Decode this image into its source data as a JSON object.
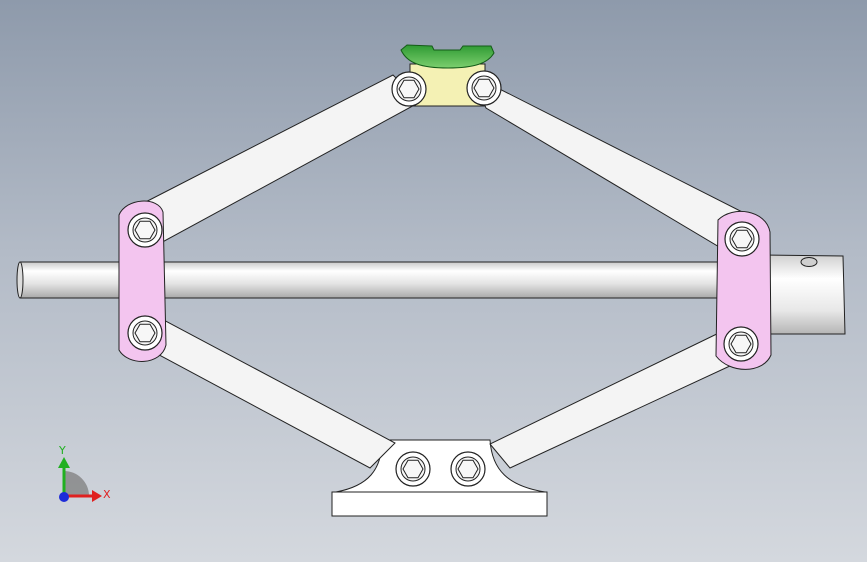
{
  "viewport": {
    "background_top": "#8e9aab",
    "background_bottom": "#d4d8de"
  },
  "model": {
    "name": "scissor-jack",
    "part_colors": {
      "arm": "#f4f4f4",
      "side_plate": "#f3c5ef",
      "top_block": "#f4f1b4",
      "saddle": "#4fb84a",
      "screw": "#e6e6e6",
      "base": "#ffffff",
      "outline": "#1a1a1a"
    }
  },
  "triad": {
    "x_label": "X",
    "y_label": "Y",
    "x_color": "#e02020",
    "y_color": "#20b020",
    "z_color": "#1d2bd8"
  }
}
